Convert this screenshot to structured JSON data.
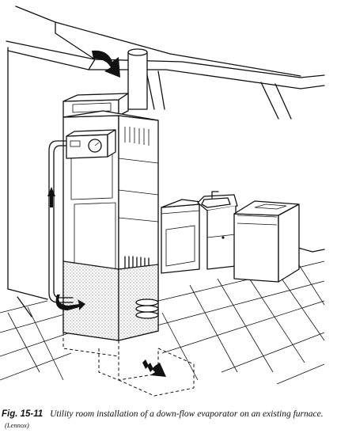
{
  "caption": {
    "label": "Fig. 15-11",
    "text": "Utility room installation of a down-flow evaporator on an existing furnace.",
    "credit": "(Lennox)"
  }
}
